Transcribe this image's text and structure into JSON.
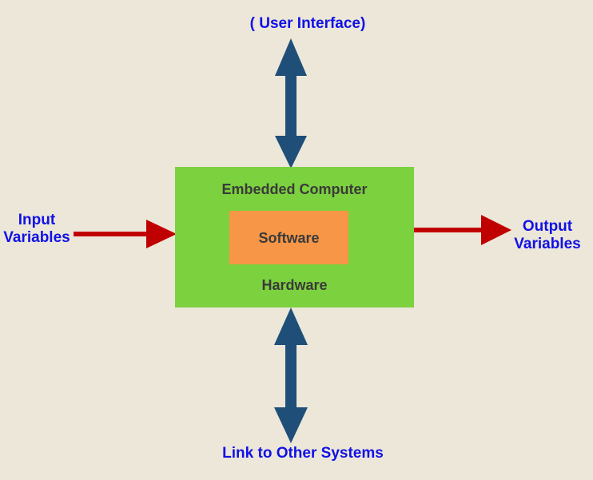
{
  "labels": {
    "top": "( User Interface)",
    "bottom": "Link to Other Systems",
    "input": [
      "Input",
      "Variables"
    ],
    "output": [
      "Output",
      "Variables"
    ]
  },
  "box": {
    "outer_title": "Embedded Computer",
    "inner_label": "Software",
    "outer_bottom": "Hardware"
  },
  "colors": {
    "background": "#ece7d8",
    "label_text": "#1111e6",
    "box_text": "#3a3a3a",
    "embedded_box": "#7cd13e",
    "software_box": "#f79646",
    "vertical_arrows": "#1f4e79",
    "horizontal_arrows": "#c00000"
  }
}
